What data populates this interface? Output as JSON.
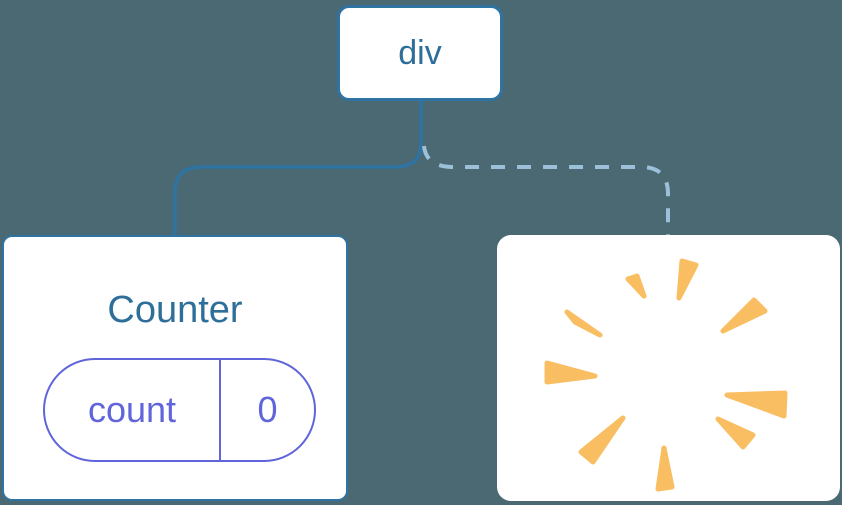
{
  "tree": {
    "root": {
      "label": "div"
    },
    "counter": {
      "title": "Counter",
      "state_key": "count",
      "state_value": "0"
    },
    "poof": {
      "icon": "poof-starburst"
    }
  },
  "edges": [
    {
      "from": "div",
      "to": "Counter",
      "style": "solid"
    },
    {
      "from": "div",
      "to": "removed-node",
      "style": "dashed"
    }
  ],
  "colors": {
    "canvas-bg": "#4A6972",
    "node-bg": "#FFFFFF",
    "node-border": "#2F73A3",
    "node-text": "#2E6F99",
    "line-solid": "#2F73A3",
    "line-dashed": "#9DC0DA",
    "state-accent": "#6065DA",
    "poof": "#F9BD62"
  }
}
